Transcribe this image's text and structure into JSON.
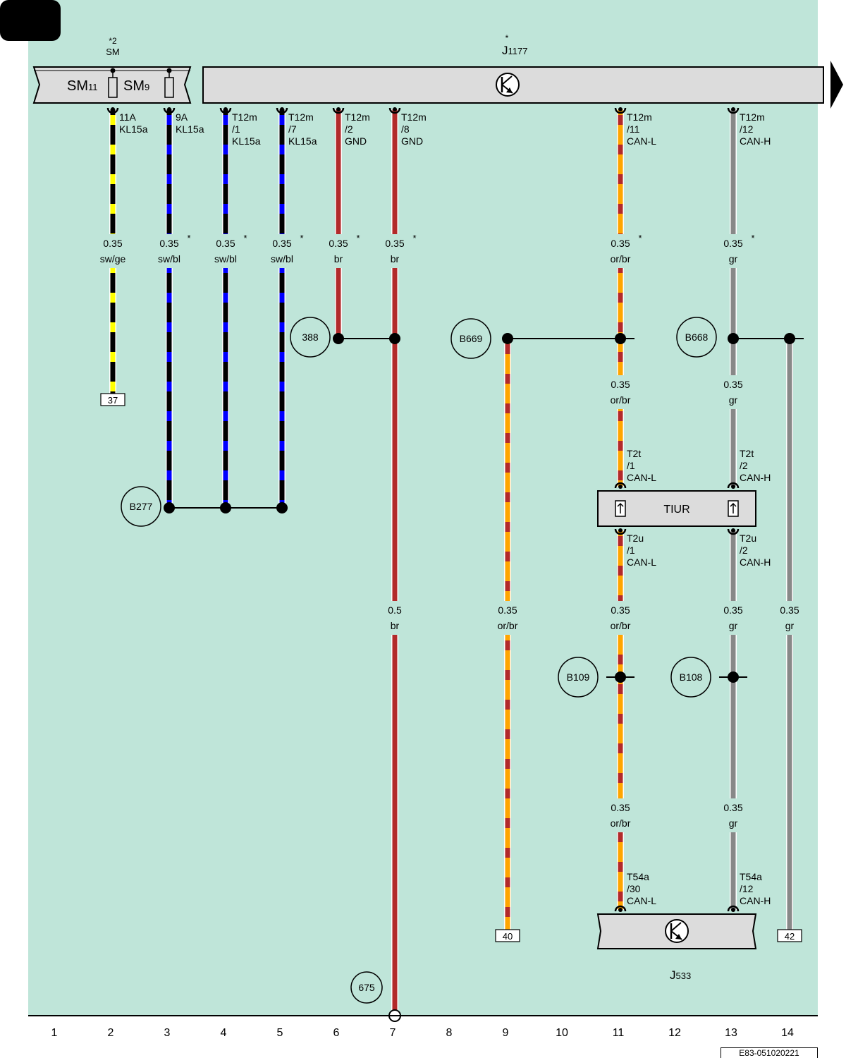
{
  "top_components": {
    "sm": {
      "note": "*2",
      "name": "SM",
      "fuse_left": {
        "main": "SM",
        "sub": "11"
      },
      "fuse_right": {
        "main": "SM",
        "sub": "9"
      }
    },
    "j1177": {
      "note": "*",
      "name_main": "J",
      "name_sub": "1177"
    }
  },
  "wires": [
    {
      "column": 2,
      "pin": [
        "11A",
        "KL15a"
      ],
      "size": "0.35",
      "color": "sw/ge",
      "star": "",
      "end": "37"
    },
    {
      "column": 3,
      "pin": [
        "9A",
        "KL15a"
      ],
      "size": "0.35",
      "color": "sw/bl",
      "star": "*"
    },
    {
      "column": 4,
      "pin": [
        "T12m",
        "/1",
        "KL15a"
      ],
      "size": "0.35",
      "color": "sw/bl",
      "star": "*"
    },
    {
      "column": 5,
      "pin": [
        "T12m",
        "/7",
        "KL15a"
      ],
      "size": "0.35",
      "color": "sw/bl",
      "star": "*"
    },
    {
      "column": 6,
      "pin": [
        "T12m",
        "/2",
        "GND"
      ],
      "size": "0.35",
      "color": "br",
      "star": "*"
    },
    {
      "column": 7,
      "pin": [
        "T12m",
        "/8",
        "GND"
      ],
      "size": "0.35",
      "color": "br",
      "star": "*",
      "lower_size": "0.5",
      "lower_color": "br"
    },
    {
      "column": 11,
      "pin": [
        "T12m",
        "/11",
        "CAN-L"
      ],
      "size": "0.35",
      "color": "or/br",
      "star": "*"
    },
    {
      "column": 13,
      "pin": [
        "T12m",
        "/12",
        "CAN-H"
      ],
      "size": "0.35",
      "color": "gr",
      "star": "*"
    }
  ],
  "junctions": [
    {
      "id": "388"
    },
    {
      "id": "B669"
    },
    {
      "id": "B668"
    },
    {
      "id": "B277"
    },
    {
      "id": "B109"
    },
    {
      "id": "B108"
    },
    {
      "id": "675"
    }
  ],
  "wire_labels_mid": [
    {
      "size": "0.35",
      "color": "or/br",
      "column": 11,
      "segment": "after-B669"
    },
    {
      "size": "0.35",
      "color": "gr",
      "column": 13,
      "segment": "after-B668"
    },
    {
      "size": "0.35",
      "color": "or/br",
      "column": 9,
      "segment": "lower"
    },
    {
      "size": "0.35",
      "color": "or/br",
      "column": 11,
      "segment": "lower"
    },
    {
      "size": "0.35",
      "color": "gr",
      "column": 13,
      "segment": "lower"
    },
    {
      "size": "0.35",
      "color": "gr",
      "column": 14,
      "segment": "lower"
    },
    {
      "size": "0.35",
      "color": "or/br",
      "column": 11,
      "segment": "bottom"
    },
    {
      "size": "0.35",
      "color": "gr",
      "column": 13,
      "segment": "bottom"
    }
  ],
  "tiur": {
    "name": "TIUR",
    "pins_top": [
      [
        "T2t",
        "/1",
        "CAN-L"
      ],
      [
        "T2t",
        "/2",
        "CAN-H"
      ]
    ],
    "pins_bottom": [
      [
        "T2u",
        "/1",
        "CAN-L"
      ],
      [
        "T2u",
        "/2",
        "CAN-H"
      ]
    ]
  },
  "j533": {
    "name_main": "J",
    "name_sub": "533",
    "pins": [
      [
        "T54a",
        "/30",
        "CAN-L"
      ],
      [
        "T54a",
        "/12",
        "CAN-H"
      ]
    ]
  },
  "continuations": [
    "40",
    "42"
  ],
  "column_numbers": [
    "1",
    "2",
    "3",
    "4",
    "5",
    "6",
    "7",
    "8",
    "9",
    "10",
    "11",
    "12",
    "13",
    "14"
  ],
  "reference": "E83-051020221",
  "colors": {
    "background": "#bfe5d9",
    "sw": "#000000",
    "ge": "#ffff00",
    "bl": "#0000ff",
    "br": "#b22a2a",
    "or": "#ffa500",
    "gr": "#888888",
    "component": "#dcdcdc"
  }
}
